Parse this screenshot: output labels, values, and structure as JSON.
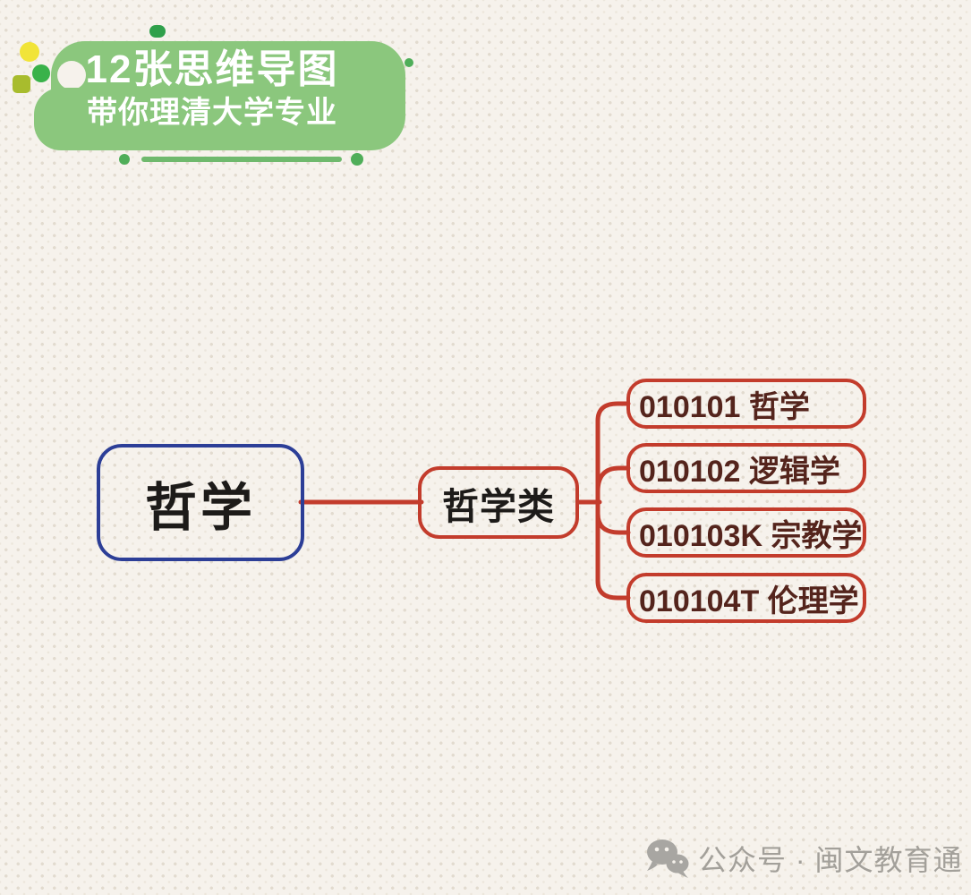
{
  "badge": {
    "title": "12张思维导图",
    "subtitle": "带你理清大学专业",
    "bg_color": "#8bc77d",
    "text_color": "#ffffff",
    "decor_icons": [
      "yellow-circle-icon",
      "green-circle-icon",
      "olive-square-icon",
      "green-pill-icon",
      "green-dot-icon",
      "green-underline-icon"
    ],
    "decor_colors": {
      "yellow": "#f1e438",
      "green": "#39b24a",
      "olive": "#a8bc2d",
      "dark_green": "#2fa04b",
      "line_green": "#6fb96d"
    }
  },
  "mindmap": {
    "root": {
      "label": "哲学",
      "border_color": "#2c3e97",
      "text_color": "#1d1b19"
    },
    "branch": {
      "label": "哲学类",
      "border_color": "#c33c2c",
      "text_color": "#1d1b19"
    },
    "leaves": [
      {
        "label": "010101 哲学"
      },
      {
        "label": "010102 逻辑学"
      },
      {
        "label": "010103K 宗教学"
      },
      {
        "label": "010104T 伦理学"
      }
    ],
    "connector_color": "#c33c2c",
    "leaf_border_color": "#c33c2c",
    "leaf_text_color": "#54241c"
  },
  "watermark": {
    "icon": "wechat-icon",
    "text": "公众号 · 闽文教育通",
    "color": "#a3a09a"
  },
  "background": {
    "color": "#f6f2ec",
    "dot_color": "#e2dbcf"
  }
}
